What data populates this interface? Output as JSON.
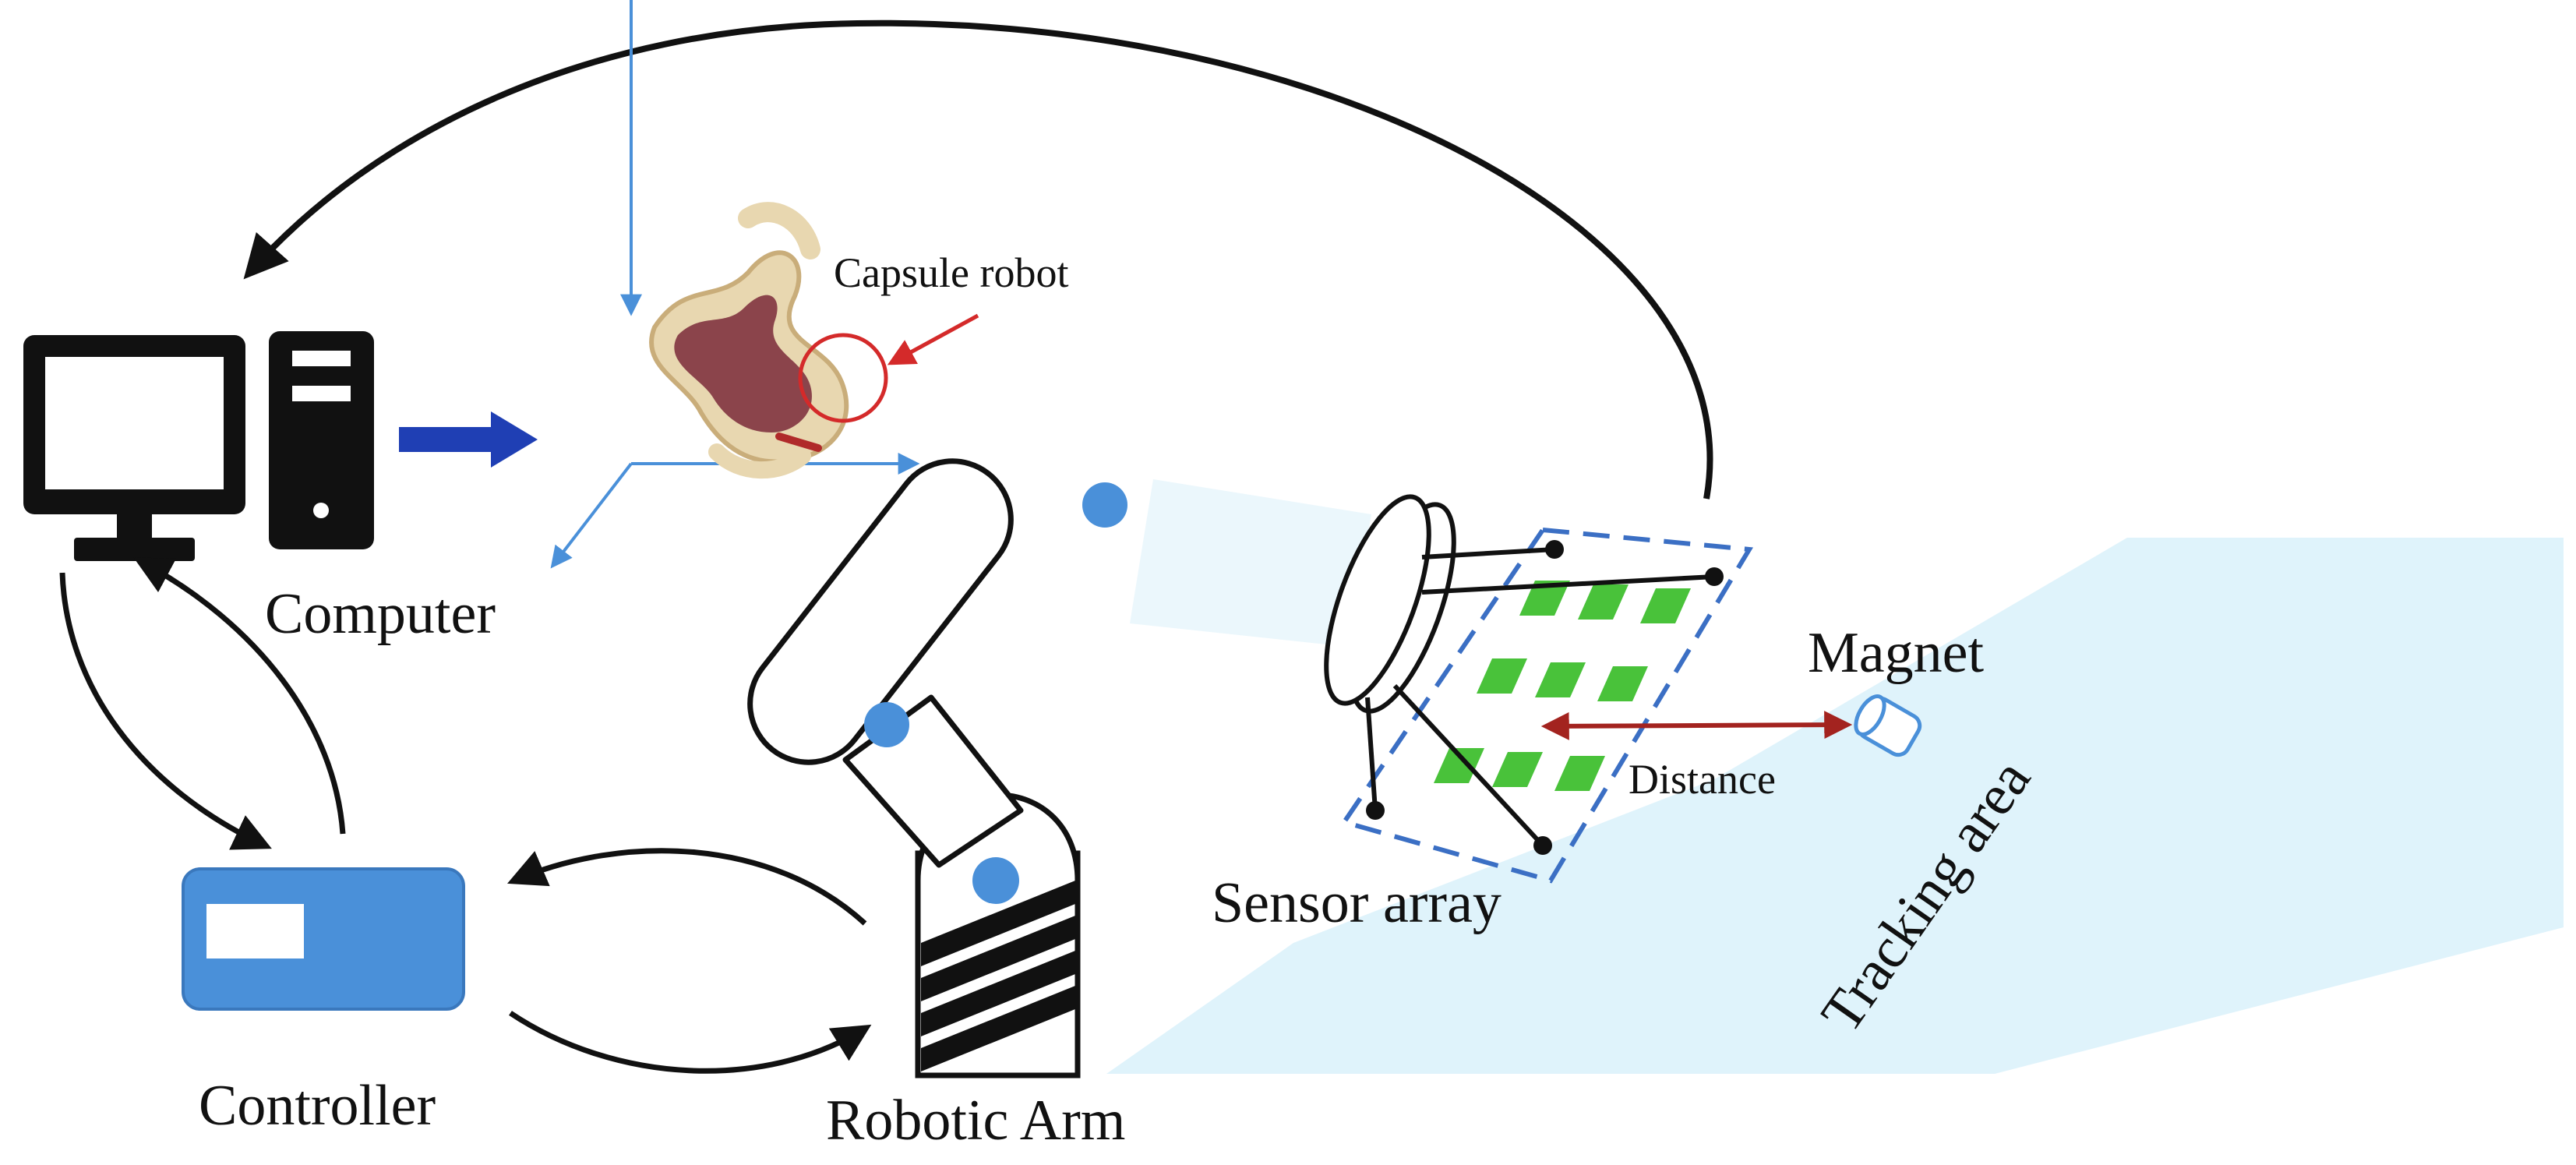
{
  "labels": {
    "capsule_robot": "Capsule robot",
    "computer": "Computer",
    "controller": "Controller",
    "robotic_arm": "Robotic Arm",
    "sensor_array": "Sensor array",
    "magnet": "Magnet",
    "distance": "Distance",
    "tracking_area": "Tracking area"
  },
  "colors": {
    "ink": "#111111",
    "blue": "#4a90d9",
    "dark_blue": "#1f3fb4",
    "light_blue": "#dff3fb",
    "red": "#d42a2a",
    "dark_red": "#a3231f",
    "green": "#49c23a",
    "dashed_blue": "#3b6fc4"
  }
}
